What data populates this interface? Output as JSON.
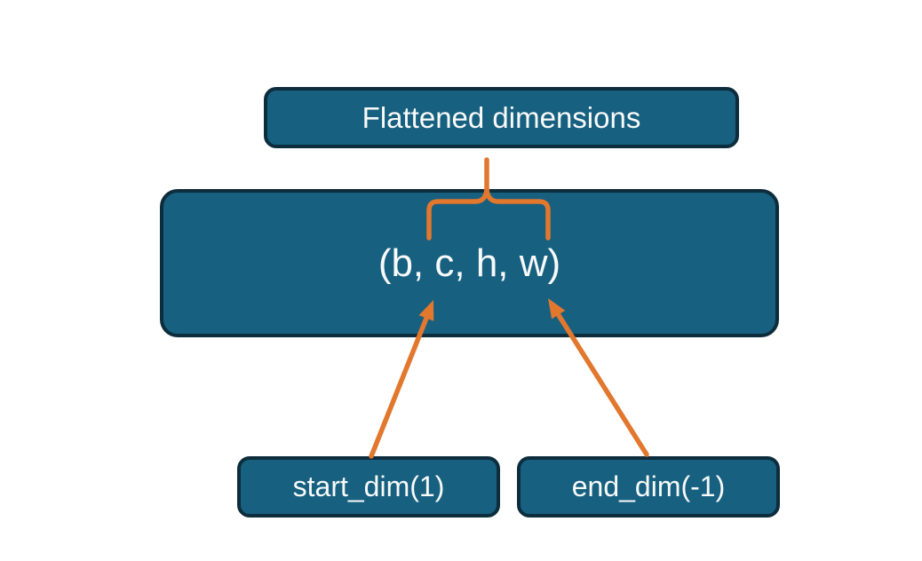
{
  "canvas": {
    "background": "#ffffff"
  },
  "colors": {
    "box_fill": "#176080",
    "box_border": "#0d2d3d",
    "accent": "#e2772e",
    "text": "#f8fafa"
  },
  "diagram": {
    "title_box": {
      "label": "Flattened dimensions"
    },
    "tensor_box": {
      "label": "(b, c, h, w)"
    },
    "start_dim_box": {
      "label": "start_dim(1)"
    },
    "end_dim_box": {
      "label": "end_dim(-1)"
    }
  }
}
